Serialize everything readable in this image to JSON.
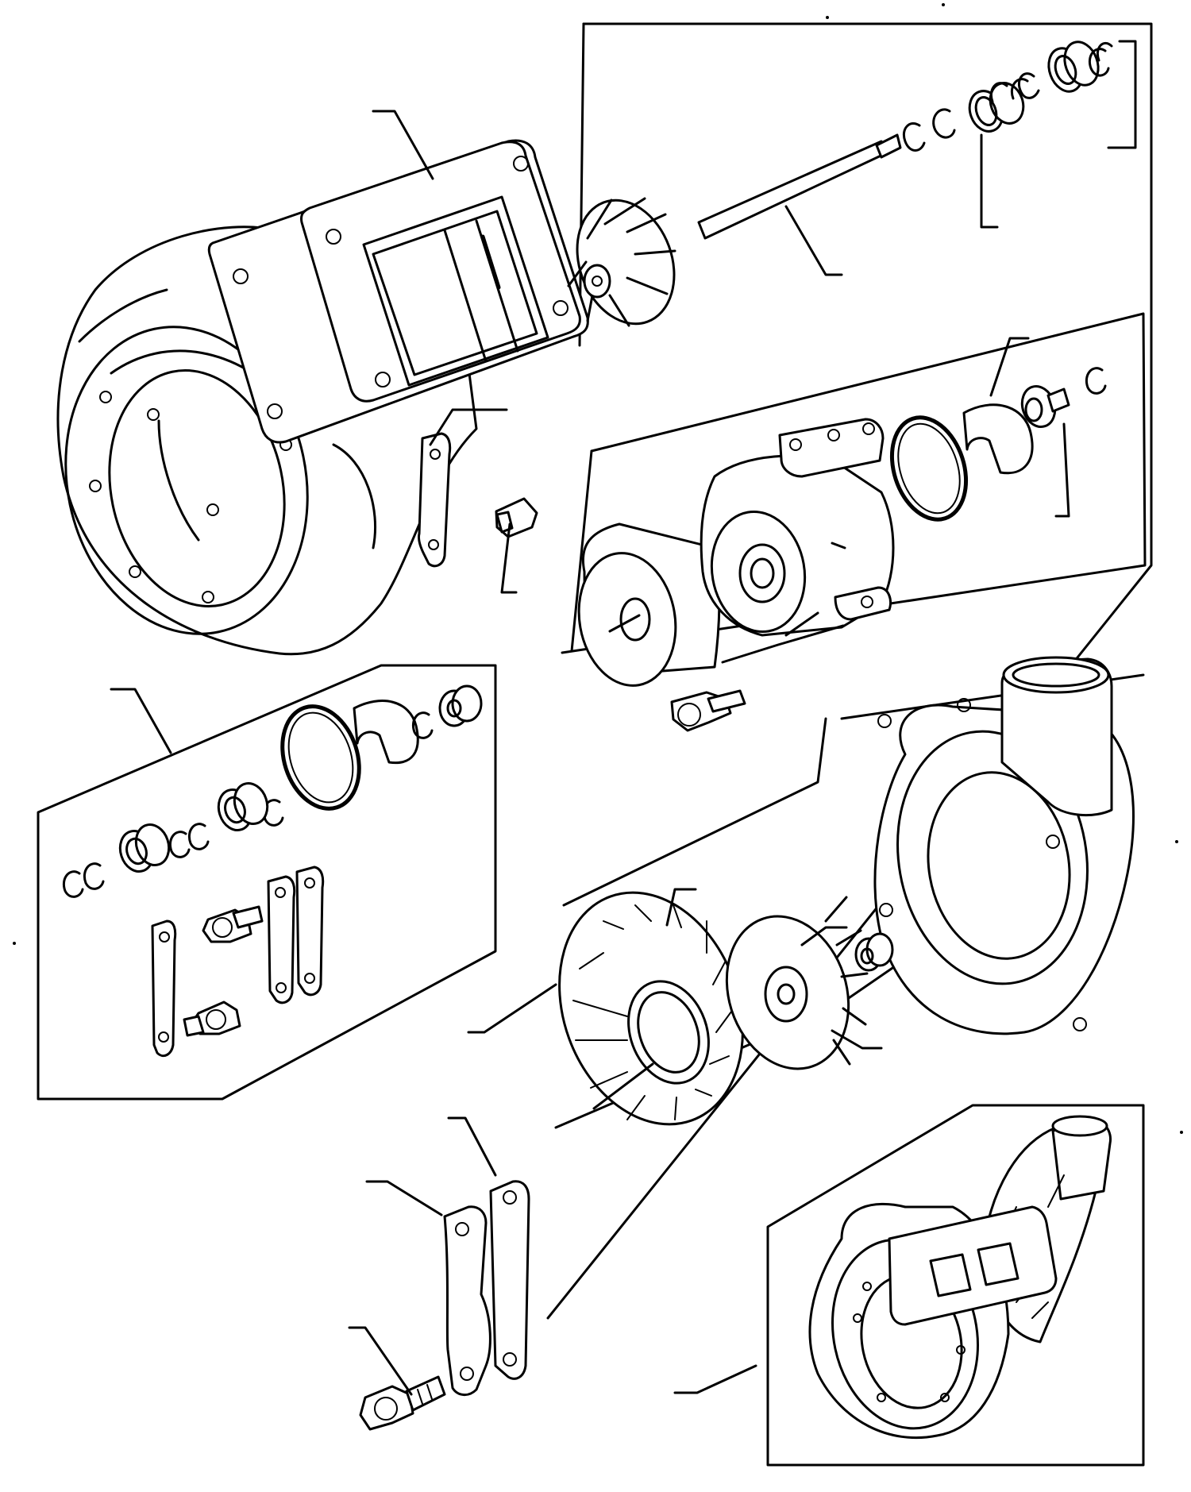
{
  "diagram": {
    "kind": "exploded-parts-drawing",
    "subject": "turbocharger",
    "line_color": "#000000",
    "background_color": "#ffffff",
    "callout_count": 17,
    "groups": [
      "turbine-housing",
      "turbine-wheel-shaft",
      "center-housing-assembly",
      "compressor-housing",
      "compressor-wheel-backplate",
      "repair-kit",
      "lock-plates-and-bolts",
      "complete-turbocharger"
    ]
  }
}
